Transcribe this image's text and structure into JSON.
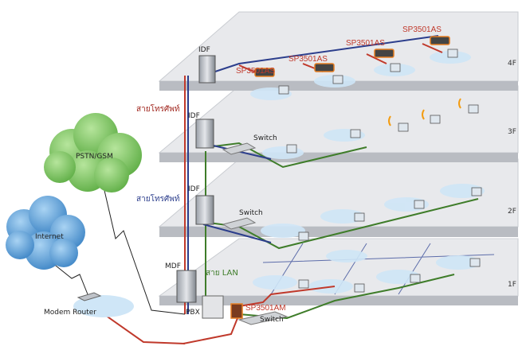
{
  "floors": [
    {
      "id": "4F",
      "label": "4F"
    },
    {
      "id": "3F",
      "label": "3F"
    },
    {
      "id": "2F",
      "label": "2F"
    },
    {
      "id": "1F",
      "label": "1F"
    }
  ],
  "labels": {
    "idf": "IDF",
    "mdf": "MDF",
    "switch": "Switch",
    "pbx": "PBX",
    "sp3501as": "SP3501AS",
    "sp3501am": "SP3501AM",
    "pstn": "PSTN/GSM",
    "internet": "Internet",
    "modem": "Modem Router",
    "phone_line": "สายโทรศัพท์",
    "lan_line": "สาย LAN"
  },
  "colors": {
    "phone": "#c0392b",
    "phone_blue": "#2c3e8c",
    "lan": "#3f7d2a",
    "floor_top": "#e8e9ec",
    "floor_side": "#b9bcc2",
    "pstn_cloud": "#7ec36a",
    "internet_cloud": "#5b9fd6"
  }
}
